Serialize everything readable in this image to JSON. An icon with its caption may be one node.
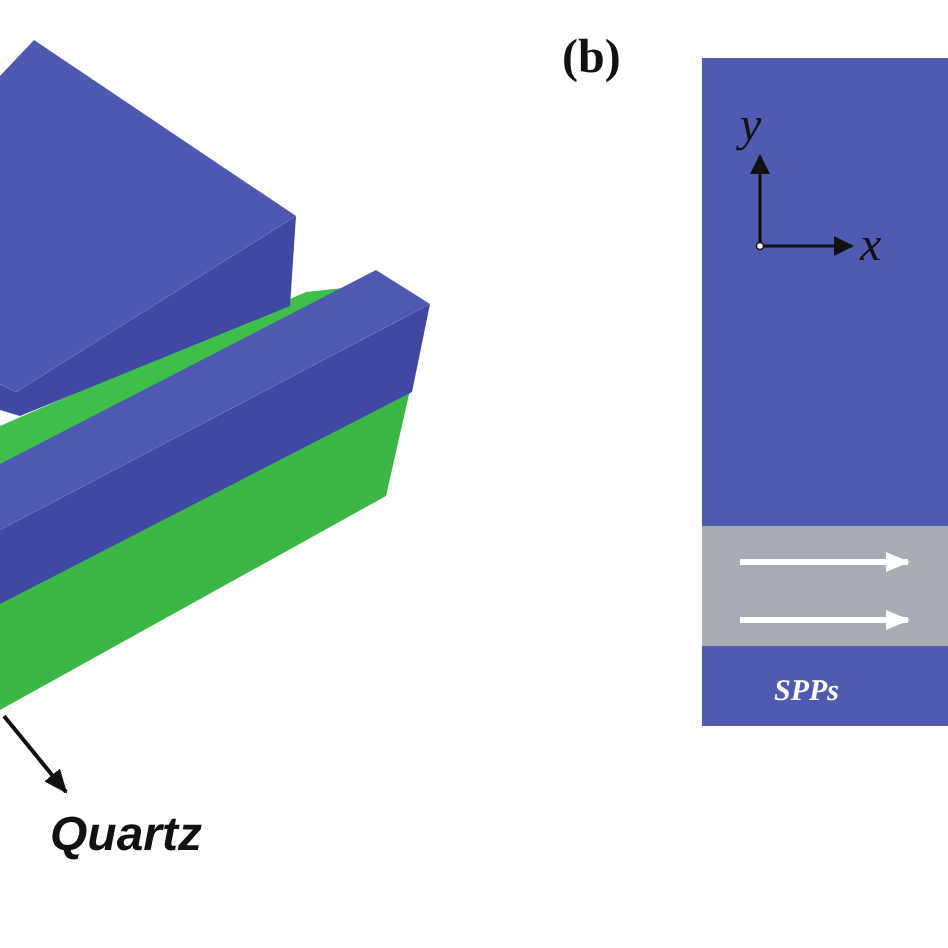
{
  "diagram": {
    "nodes": [
      {
        "text": [],
        "shape": "box"
      },
      {
        "text": [
          "Quartz"
        ]
      }
    ],
    "edges": [
      {
        "from": 0,
        "to": 1,
        "arrow": "to"
      }
    ],
    "labels": [
      "(b)",
      "y",
      "x",
      "SPPs"
    ]
  }
}
